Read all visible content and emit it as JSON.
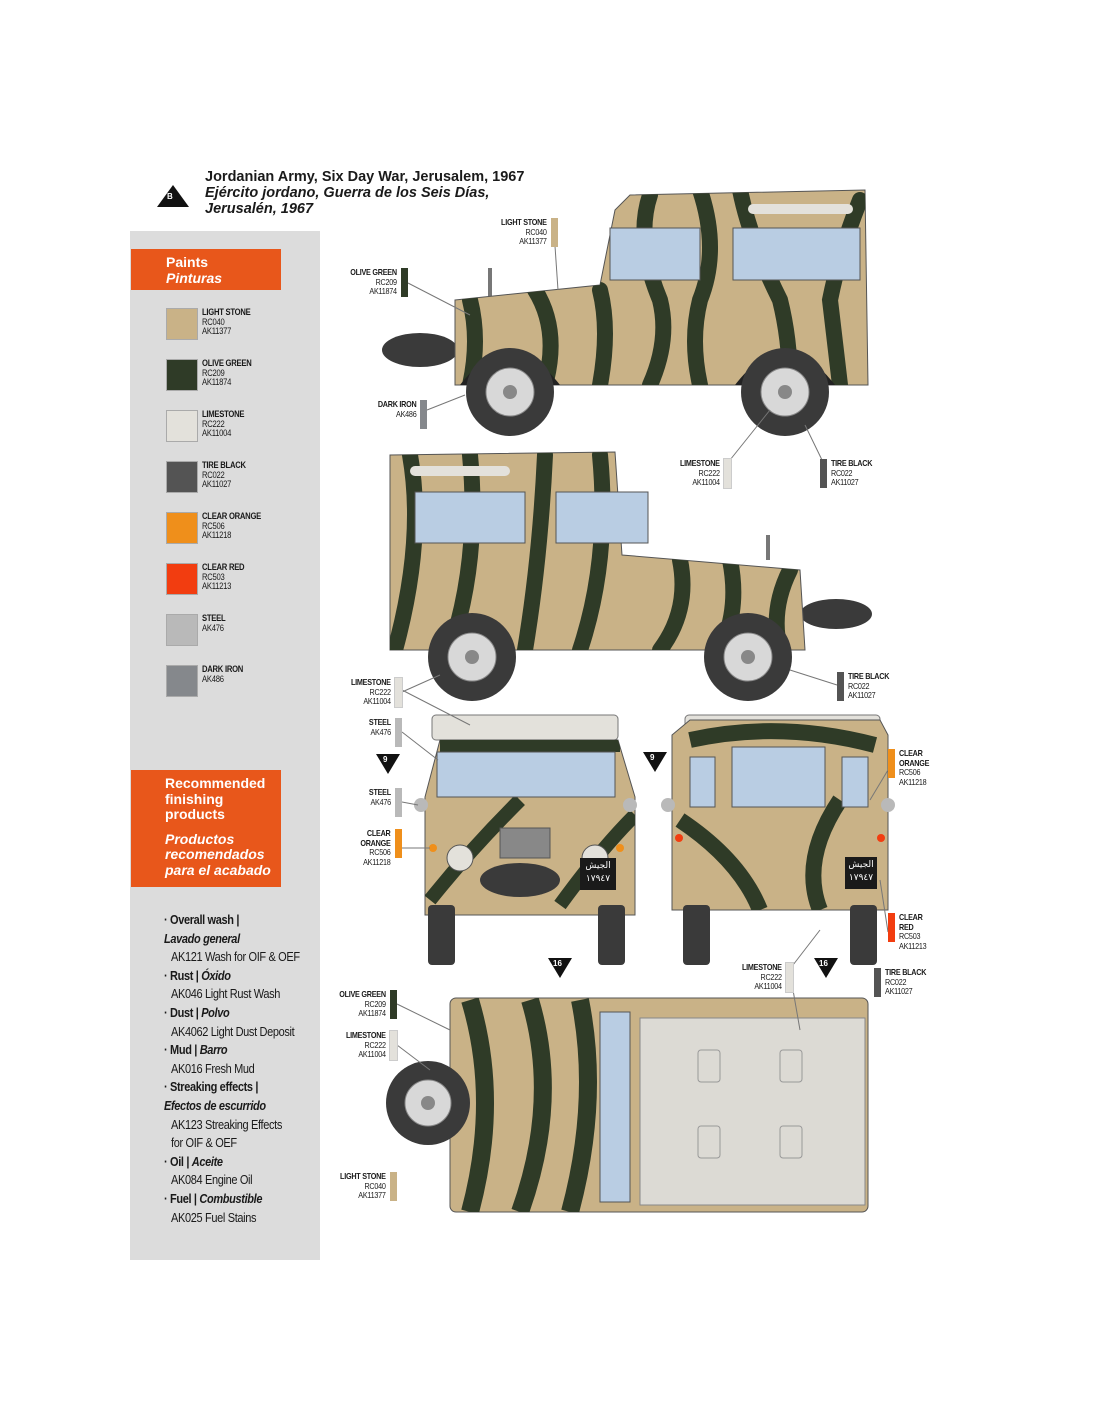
{
  "header": {
    "marker": "B",
    "title_en": "Jordanian Army, Six Day War, Jerusalem, 1967",
    "title_es_1": "Ejército jordano, Guerra de los Seis Días,",
    "title_es_2": "Jerusalén, 1967"
  },
  "paints": {
    "title_en": "Paints",
    "title_es": "Pinturas",
    "items": [
      {
        "name": "LIGHT STONE",
        "c1": "RC040",
        "c2": "AK11377",
        "color": "#c9b287"
      },
      {
        "name": "OLIVE GREEN",
        "c1": "RC209",
        "c2": "AK11874",
        "color": "#2f3b27"
      },
      {
        "name": "LIMESTONE",
        "c1": "RC222",
        "c2": "AK11004",
        "color": "#e3e1db"
      },
      {
        "name": "TIRE BLACK",
        "c1": "RC022",
        "c2": "AK11027",
        "color": "#545454"
      },
      {
        "name": "CLEAR ORANGE",
        "c1": "RC506",
        "c2": "AK11218",
        "color": "#ef8f1b"
      },
      {
        "name": "CLEAR RED",
        "c1": "RC503",
        "c2": "AK11213",
        "color": "#f23d10"
      },
      {
        "name": "STEEL",
        "c1": "AK476",
        "c2": null,
        "color": "#b9b9b9"
      },
      {
        "name": "DARK IRON",
        "c1": "AK486",
        "c2": null,
        "color": "#85888c"
      }
    ]
  },
  "finishing": {
    "title_en_1": "Recommended",
    "title_en_2": "finishing",
    "title_en_3": "products",
    "title_es_1": "Productos",
    "title_es_2": "recomendados",
    "title_es_3": "para el acabado",
    "items": [
      {
        "head": "· Overall wash |",
        "head_es": "Lavado general",
        "lines": [
          "AK121 Wash for OIF & OEF"
        ]
      },
      {
        "head": "· Rust |",
        "head_es": "Óxido",
        "lines": [
          "AK046 Light Rust Wash"
        ]
      },
      {
        "head": "· Dust |",
        "head_es": "Polvo",
        "lines": [
          "AK4062 Light Dust Deposit"
        ]
      },
      {
        "head": "· Mud |",
        "head_es": "Barro",
        "lines": [
          "AK016 Fresh Mud"
        ]
      },
      {
        "head": "· Streaking effects |",
        "head_es": "Efectos de escurrido",
        "lines": [
          "AK123 Streaking Effects",
          "for OIF & OEF"
        ]
      },
      {
        "head": "· Oil |",
        "head_es": "Aceite",
        "lines": [
          "AK084 Engine Oil"
        ]
      },
      {
        "head": "· Fuel |",
        "head_es": "Combustible",
        "lines": [
          "AK025 Fuel Stains"
        ]
      }
    ]
  },
  "callouts": [
    {
      "name": "LIGHT STONE",
      "c1": "RC040",
      "c2": "AK11377",
      "color": "#c9b287"
    },
    {
      "name": "OLIVE GREEN",
      "c1": "RC209",
      "c2": "AK11874",
      "color": "#2f3b27"
    },
    {
      "name": "DARK IRON",
      "c1": "AK486",
      "c2": null,
      "color": "#85888c"
    },
    {
      "name": "LIMESTONE",
      "c1": "RC222",
      "c2": "AK11004",
      "color": "#e3e1db"
    },
    {
      "name": "TIRE BLACK",
      "c1": "RC022",
      "c2": "AK11027",
      "color": "#545454"
    },
    {
      "name": "LIMESTONE",
      "c1": "RC222",
      "c2": "AK11004",
      "color": "#e3e1db"
    },
    {
      "name": "TIRE BLACK",
      "c1": "RC022",
      "c2": "AK11027",
      "color": "#545454"
    },
    {
      "name": "STEEL",
      "c1": "AK476",
      "c2": null,
      "color": "#b9b9b9"
    },
    {
      "name": "STEEL",
      "c1": "AK476",
      "c2": null,
      "color": "#b9b9b9"
    },
    {
      "name": "CLEAR",
      "name2": "ORANGE",
      "c1": "RC506",
      "c2": "AK11218",
      "color": "#ef8f1b"
    },
    {
      "name": "CLEAR",
      "name2": "ORANGE",
      "c1": "RC506",
      "c2": "AK11218",
      "color": "#ef8f1b"
    },
    {
      "name": "CLEAR",
      "name2": "RED",
      "c1": "RC503",
      "c2": "AK11213",
      "color": "#f23d10"
    },
    {
      "name": "LIMESTONE",
      "c1": "RC222",
      "c2": "AK11004",
      "color": "#e3e1db"
    },
    {
      "name": "TIRE BLACK",
      "c1": "RC022",
      "c2": "AK11027",
      "color": "#545454"
    },
    {
      "name": "OLIVE GREEN",
      "c1": "RC209",
      "c2": "AK11874",
      "color": "#2f3b27"
    },
    {
      "name": "LIMESTONE",
      "c1": "RC222",
      "c2": "AK11004",
      "color": "#e3e1db"
    },
    {
      "name": "LIGHT STONE",
      "c1": "RC040",
      "c2": "AK11377",
      "color": "#c9b287"
    }
  ],
  "markers": [
    "9",
    "9",
    "16",
    "16"
  ],
  "plate": {
    "line1": "الجيش",
    "line2": "١٧٩٤٧"
  },
  "colors": {
    "accent": "#e8571b",
    "sidebar": "#dcdcdc",
    "sand": "#c9b287",
    "olive": "#2f3b27",
    "glass": "#b9cde3"
  }
}
